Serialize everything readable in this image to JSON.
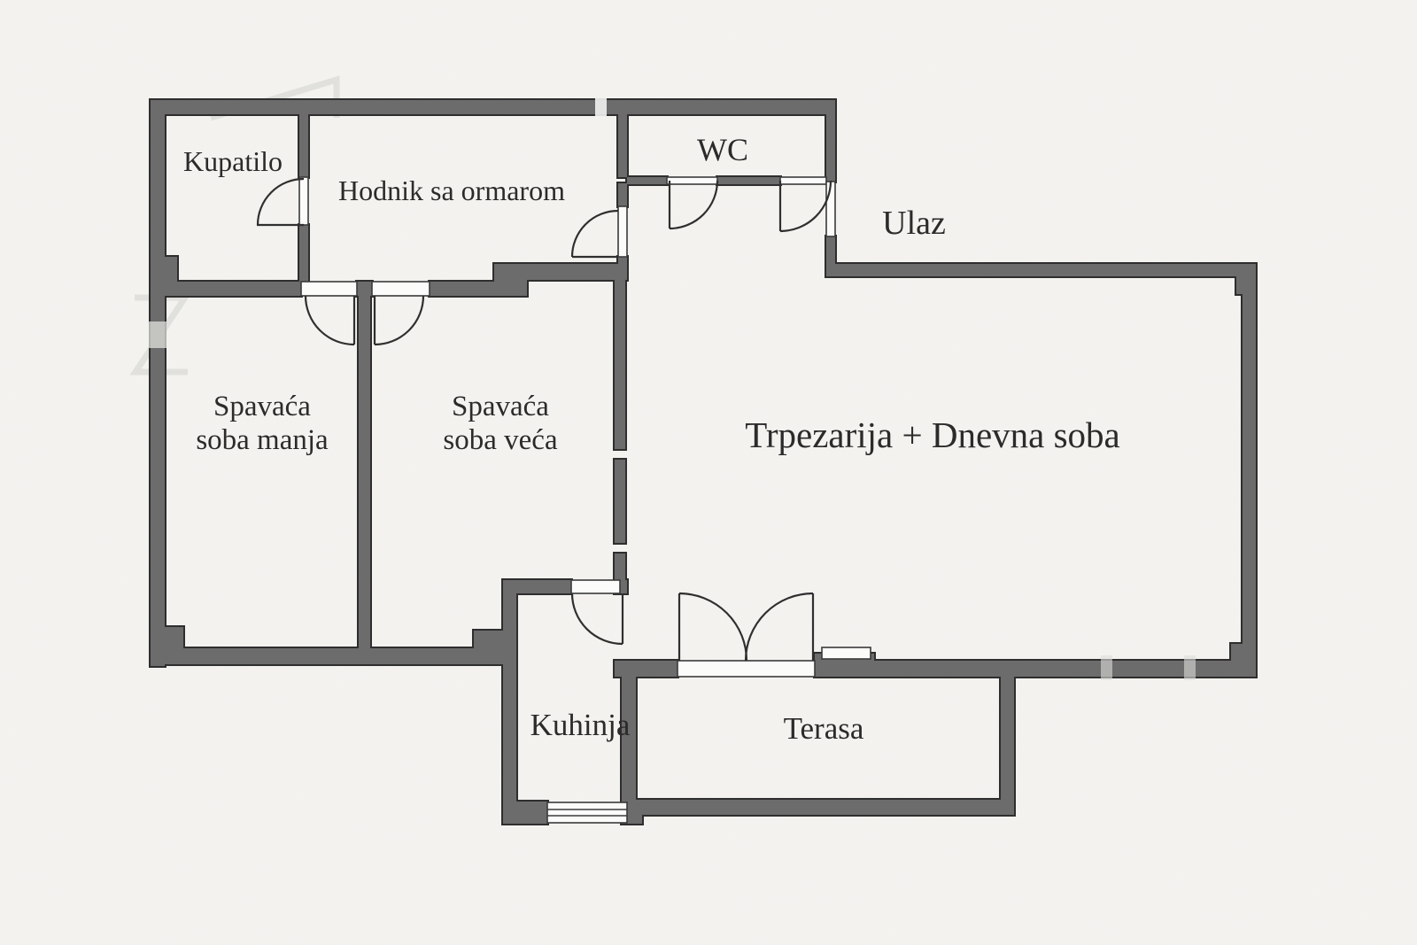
{
  "document": {
    "type": "apartment floor plan",
    "language": "Serbian"
  },
  "colors": {
    "background": "#f5f4f1",
    "wall_fill": "#6c6c6c",
    "wall_outline": "#2e2e2e",
    "door_line": "#2f2f2f",
    "label_text": "#2b2b2b",
    "watermark": "#dadad7"
  },
  "rooms": {
    "bathroom": {
      "label": "Kupatilo"
    },
    "hallway": {
      "label": "Hodnik sa ormarom"
    },
    "wc": {
      "label": "WC"
    },
    "entrance": {
      "label": "Ulaz"
    },
    "bedroom_small": {
      "label_line1": "Spavaća",
      "label_line2": "soba manja"
    },
    "bedroom_large": {
      "label_line1": "Spavaća",
      "label_line2": "soba veća"
    },
    "living_dining": {
      "label": "Trpezarija + Dnevna soba"
    },
    "kitchen": {
      "label": "Kuhinja"
    },
    "terrace": {
      "label": "Terasa"
    }
  }
}
